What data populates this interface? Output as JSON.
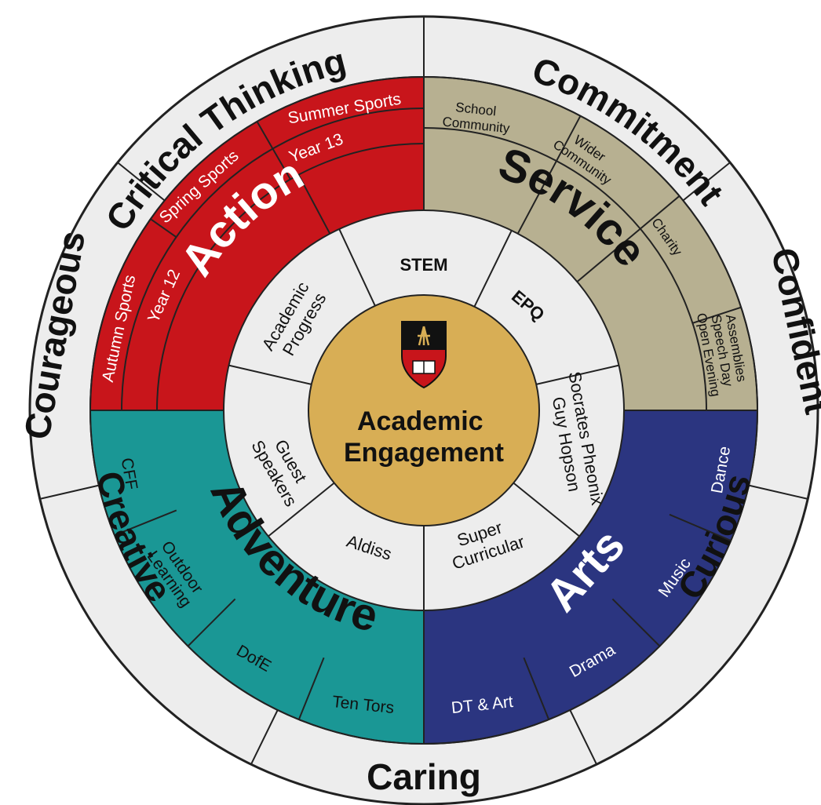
{
  "title": "",
  "colors": {
    "outer_ring": "#ededed",
    "inner_ring": "#ededed",
    "action": "#c8151b",
    "service": "#b7b091",
    "arts": "#2b3580",
    "adventure": "#1a9795",
    "centre": "#d8ae55",
    "lines": "#222222"
  },
  "values_ring": [
    "Critical Thinking",
    "Commitment",
    "Confident",
    "Curious",
    "Caring",
    "Creative",
    "Courageous"
  ],
  "sectors": {
    "action": {
      "label": "Action",
      "items": [
        "Autumn Sports",
        "Spring Sports",
        "Summer Sports",
        "Year 12",
        "Year 13"
      ]
    },
    "service": {
      "label": "Service",
      "items": [
        "School Community",
        "Wider Community",
        "Charity",
        "Assemblies Speech Day Open Evening"
      ],
      "items_lines": [
        [
          "School",
          "Community"
        ],
        [
          "Wider",
          "Community"
        ],
        [
          "Charity"
        ],
        [
          "Assemblies",
          "Speech Day",
          "Open Evening"
        ]
      ]
    },
    "arts": {
      "label": "Arts",
      "items": [
        "Dance",
        "Music",
        "Drama",
        "DT & Art"
      ]
    },
    "adventure": {
      "label": "Adventure",
      "items": [
        "CFF",
        "Outdoor Learning",
        "DofE",
        "Ten Tors"
      ],
      "items_lines": [
        [
          "CFF"
        ],
        [
          "Outdoor",
          "Learning"
        ],
        [
          "DofE"
        ],
        [
          "Ten Tors"
        ]
      ]
    }
  },
  "inner_ring": [
    {
      "label": "STEM",
      "lines": [
        "STEM"
      ]
    },
    {
      "label": "EPQ",
      "lines": [
        "EPQ"
      ]
    },
    {
      "label": "Socrates Pheonix Guy Hopson",
      "lines": [
        "Socrates Pheonix",
        "Guy Hopson"
      ]
    },
    {
      "label": "Super Curricular",
      "lines": [
        "Super",
        "Curricular"
      ]
    },
    {
      "label": "Aldiss",
      "lines": [
        "Aldiss"
      ]
    },
    {
      "label": "Guest Speakers",
      "lines": [
        "Guest",
        "Speakers"
      ]
    },
    {
      "label": "Academic Progress",
      "lines": [
        "Academic",
        "Progress"
      ]
    }
  ],
  "centre": {
    "label": "Academic Engagement",
    "lines": [
      "Academic",
      "Engagement"
    ],
    "emblem": "school-crest-icon"
  }
}
